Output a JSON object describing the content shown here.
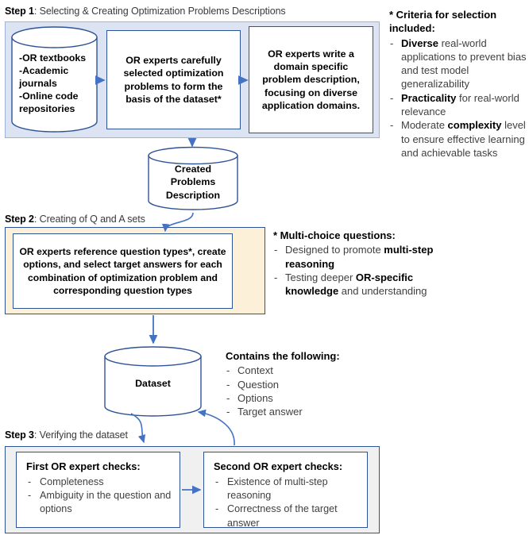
{
  "figure": {
    "accent_blue": "#4472C4",
    "border_blue": "#2F5496",
    "step1_fill": "#DCE4F3",
    "step2_fill": "#FCF0D9",
    "step3_fill": "#F0F0F0"
  },
  "steps": [
    {
      "id": "step1",
      "label": "Step 1",
      "title": ": Selecting & Creating Optimization Problems  Descriptions"
    },
    {
      "id": "step2",
      "label": "Step 2",
      "title": ": Creating of Q and A sets"
    },
    {
      "id": "step3",
      "label": "Step 3",
      "title": ": Verifying the dataset"
    }
  ],
  "step1": {
    "source_cylinder": "-OR textbooks\n-Academic journals\n-Online code repositories",
    "source_lines": [
      "-OR textbooks",
      "-Academic",
      "journals",
      "-Online code",
      "repositories"
    ],
    "box_select": "OR experts carefully selected optimization problems to form the basis of the dataset*",
    "box_write": "OR experts write a domain specific problem description, focusing on diverse application domains."
  },
  "created_cylinder": {
    "lines": [
      "Created",
      "Problems",
      "Description"
    ]
  },
  "step2": {
    "box_text": "OR experts reference question types*, create options, and select target answers for each combination of optimization problem and corresponding question types"
  },
  "dataset_cylinder": {
    "label": "Dataset"
  },
  "criteria_note": {
    "header": "* Criteria for selection included:",
    "items": [
      {
        "bold_lead": "Diverse",
        "rest": " real-world applications to prevent bias and test model generalizability"
      },
      {
        "bold_lead": "Practicality",
        "rest": " for real-world relevance"
      },
      {
        "plain_lead": "Moderate ",
        "bold_mid": "complexity",
        "rest": " level to ensure effective learning and achievable tasks"
      }
    ]
  },
  "multichoice_note": {
    "header": "* Multi-choice questions:",
    "items": [
      {
        "plain_lead": "Designed to promote ",
        "bold_mid": "multi-step reasoning",
        "rest": ""
      },
      {
        "plain_lead": "Testing deeper ",
        "bold_mid": "OR-specific knowledge",
        "rest": " and understanding"
      }
    ]
  },
  "contains_note": {
    "header": "Contains the following:",
    "items": [
      "Context",
      "Question",
      "Options",
      "Target answer"
    ]
  },
  "step3": {
    "first_check": {
      "header": "First OR expert checks:",
      "items": [
        "Completeness",
        "Ambiguity in the question and options"
      ]
    },
    "second_check": {
      "header": "Second OR expert checks:",
      "items": [
        "Existence of multi-step reasoning",
        "Correctness of the target answer"
      ]
    }
  }
}
